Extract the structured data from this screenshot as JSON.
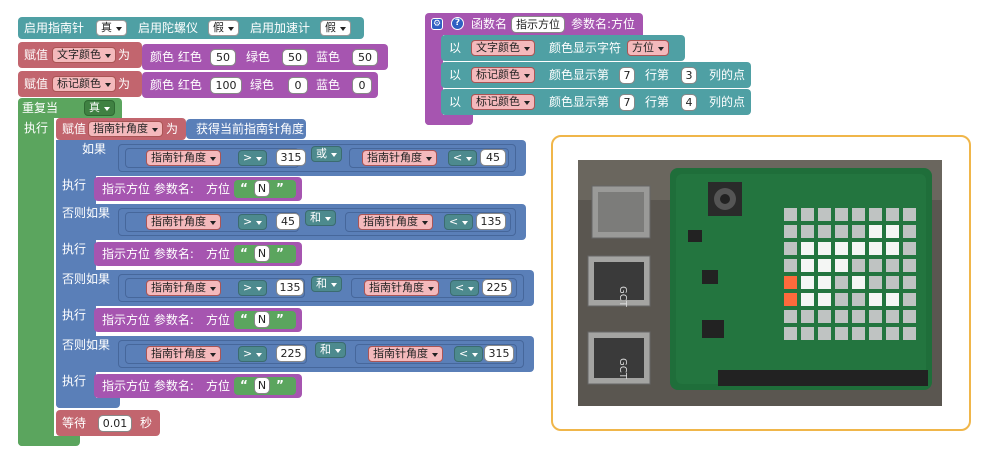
{
  "row1": {
    "enable_compass": "启用指南针",
    "val1": "真",
    "enable_gyro": "启用陀螺仪",
    "val2": "假",
    "enable_accel": "启用加速计",
    "val3": "假"
  },
  "assign_text": {
    "assign": "赋值",
    "var": "文字颜色",
    "for": "为",
    "color": "颜色 红色",
    "r": "50",
    "g_label": "绿色",
    "g": "50",
    "b_label": "蓝色",
    "b": "50"
  },
  "assign_mark": {
    "assign": "赋值",
    "var": "标记颜色",
    "for": "为",
    "color": "颜色 红色",
    "r": "100",
    "g_label": "绿色",
    "g": "0",
    "b_label": "蓝色",
    "b": "0"
  },
  "loop": {
    "label": "重复当",
    "cond": "真",
    "exec": "执行"
  },
  "assign_angle": {
    "assign": "赋值",
    "var": "指南针角度",
    "for": "为",
    "value": "获得当前指南针角度"
  },
  "ifblock": {
    "if": "如果",
    "exec": "执行",
    "elseif": "否则如果",
    "var": "指南针角度",
    "cond1": {
      "op1": ">",
      "v1": "315",
      "logic": "或",
      "op2": "<",
      "v2": "45"
    },
    "cond2": {
      "op1": ">",
      "v1": "45",
      "logic": "和",
      "op2": "<",
      "v2": "135"
    },
    "cond3": {
      "op1": ">",
      "v1": "135",
      "logic": "和",
      "op2": "<",
      "v2": "225"
    },
    "cond4": {
      "op1": ">",
      "v1": "225",
      "logic": "和",
      "op2": "<",
      "v2": "315"
    },
    "call": "指示方位 参数名:",
    "param": "方位",
    "arg": "N"
  },
  "wait": {
    "label": "等待",
    "value": "0.01",
    "unit": "秒"
  },
  "func": {
    "name_label": "函数名",
    "name": "指示方位",
    "param_label": "参数名:",
    "param": "方位",
    "row1": {
      "with": "以",
      "var": "文字颜色",
      "action": "颜色显示字符",
      "arg": "方位"
    },
    "row2": {
      "with": "以",
      "var": "标记颜色",
      "action": "颜色显示第",
      "x": "7",
      "mid": "行第",
      "y": "3",
      "end": "列的点"
    },
    "row3": {
      "with": "以",
      "var": "标记颜色",
      "action": "颜色显示第",
      "x": "7",
      "mid": "行第",
      "y": "4",
      "end": "列的点"
    }
  },
  "photo": {
    "board_text": "GCT"
  },
  "colors": {
    "teal": "#4fa0a4",
    "pink": "#c2656e",
    "purple": "#a655b0",
    "blue": "#5a7fb8",
    "green": "#5ba55e",
    "orange": "#f0b64a"
  }
}
